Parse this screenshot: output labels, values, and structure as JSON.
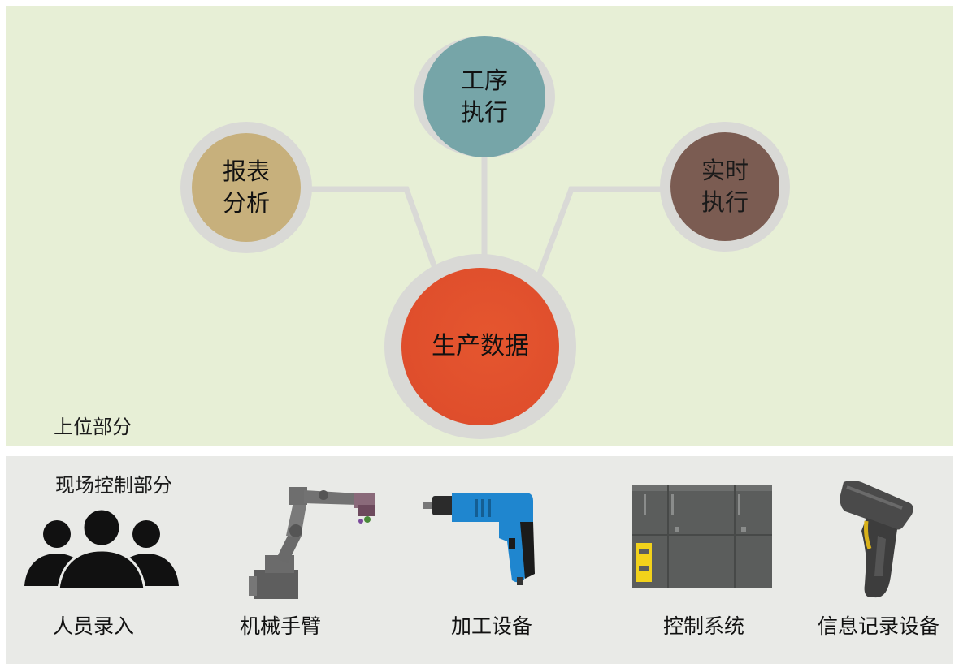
{
  "upper": {
    "label": "上位部分",
    "center_node": {
      "text": "生产数据",
      "color": "#e04f2d"
    },
    "nodes": [
      {
        "line1": "工序",
        "line2": "执行",
        "color": "#76a5a8"
      },
      {
        "line1": "报表",
        "line2": "分析",
        "color": "#c7b07c"
      },
      {
        "line1": "实时",
        "line2": "执行",
        "color": "#7b5c52"
      }
    ]
  },
  "lower": {
    "label": "现场控制部分",
    "devices": [
      {
        "label": "人员录入",
        "icon": "people-icon"
      },
      {
        "label": "机械手臂",
        "icon": "robot-arm-icon"
      },
      {
        "label": "加工设备",
        "icon": "electric-drill-icon"
      },
      {
        "label": "控制系统",
        "icon": "plc-controller-icon"
      },
      {
        "label": "信息记录设备",
        "icon": "barcode-scanner-icon"
      }
    ]
  },
  "colors": {
    "upper_bg": "#e7efd6",
    "lower_bg": "#e9eae7",
    "connector": "#d9d9d6"
  }
}
